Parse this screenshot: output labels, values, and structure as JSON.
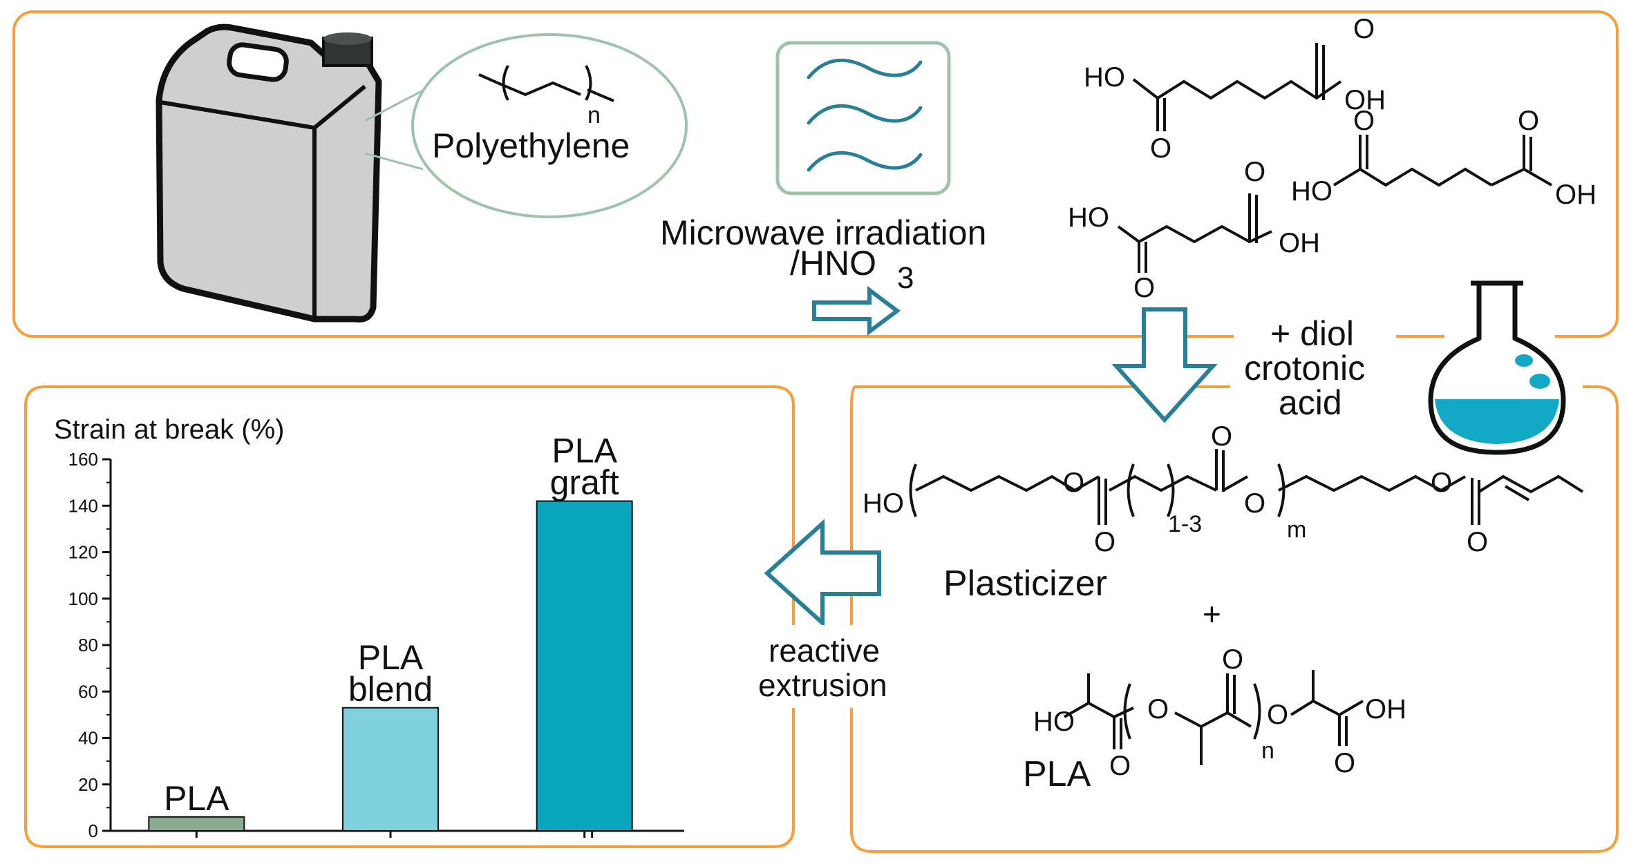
{
  "colors": {
    "panel_border": "#f5a03c",
    "arrow": "#2a7f98",
    "wave": "#2a7f98",
    "wave_box": "#9dc4aa",
    "ellipse": "#9dc4aa",
    "jug": "#cfcfcf",
    "flask_liquid": "#12a9c6",
    "bar_pla": "#8aab8f",
    "bar_blend": "#7fd0dd",
    "bar_graft": "#0aa6bf"
  },
  "top": {
    "polymer_sub": "n",
    "polymer_name": "Polyethylene",
    "process_line1": "Microwave irradiation",
    "process_line2": "/HNO",
    "process_sub": "3",
    "acid1_ho": "HO",
    "acid1_oh": "OH",
    "acid2_ho": "HO",
    "acid2_oh": "OH",
    "acid3_ho": "HO",
    "acid3_oh": "OH",
    "oxygen": "O"
  },
  "middle": {
    "reagent_line1": "+ diol",
    "reagent_line2": "crotonic",
    "reagent_line3": "acid"
  },
  "right": {
    "chain_ho": "HO",
    "chain_o": "O",
    "sub_1_3": "1-3",
    "sub_m": "m",
    "plasticizer_label": "Plasticizer",
    "plus": "+",
    "pla_ho": "HO",
    "pla_oh": "OH",
    "pla_o": "O",
    "pla_sub_n": "n",
    "pla_label": "PLA"
  },
  "extrusion": {
    "line1": "reactive",
    "line2": "extrusion"
  },
  "chart_data": {
    "type": "bar",
    "title": "Strain at break (%)",
    "categories": [
      "PLA",
      "PLA blend",
      "PLA graft"
    ],
    "bar_labels": [
      [
        "PLA"
      ],
      [
        "PLA",
        "blend"
      ],
      [
        "PLA",
        "graft"
      ]
    ],
    "values": [
      6,
      53,
      142
    ],
    "ylim": [
      0,
      160
    ],
    "yticks": [
      "0",
      "20",
      "40",
      "60",
      "80",
      "100",
      "120",
      "140",
      "160"
    ],
    "grid": false
  }
}
